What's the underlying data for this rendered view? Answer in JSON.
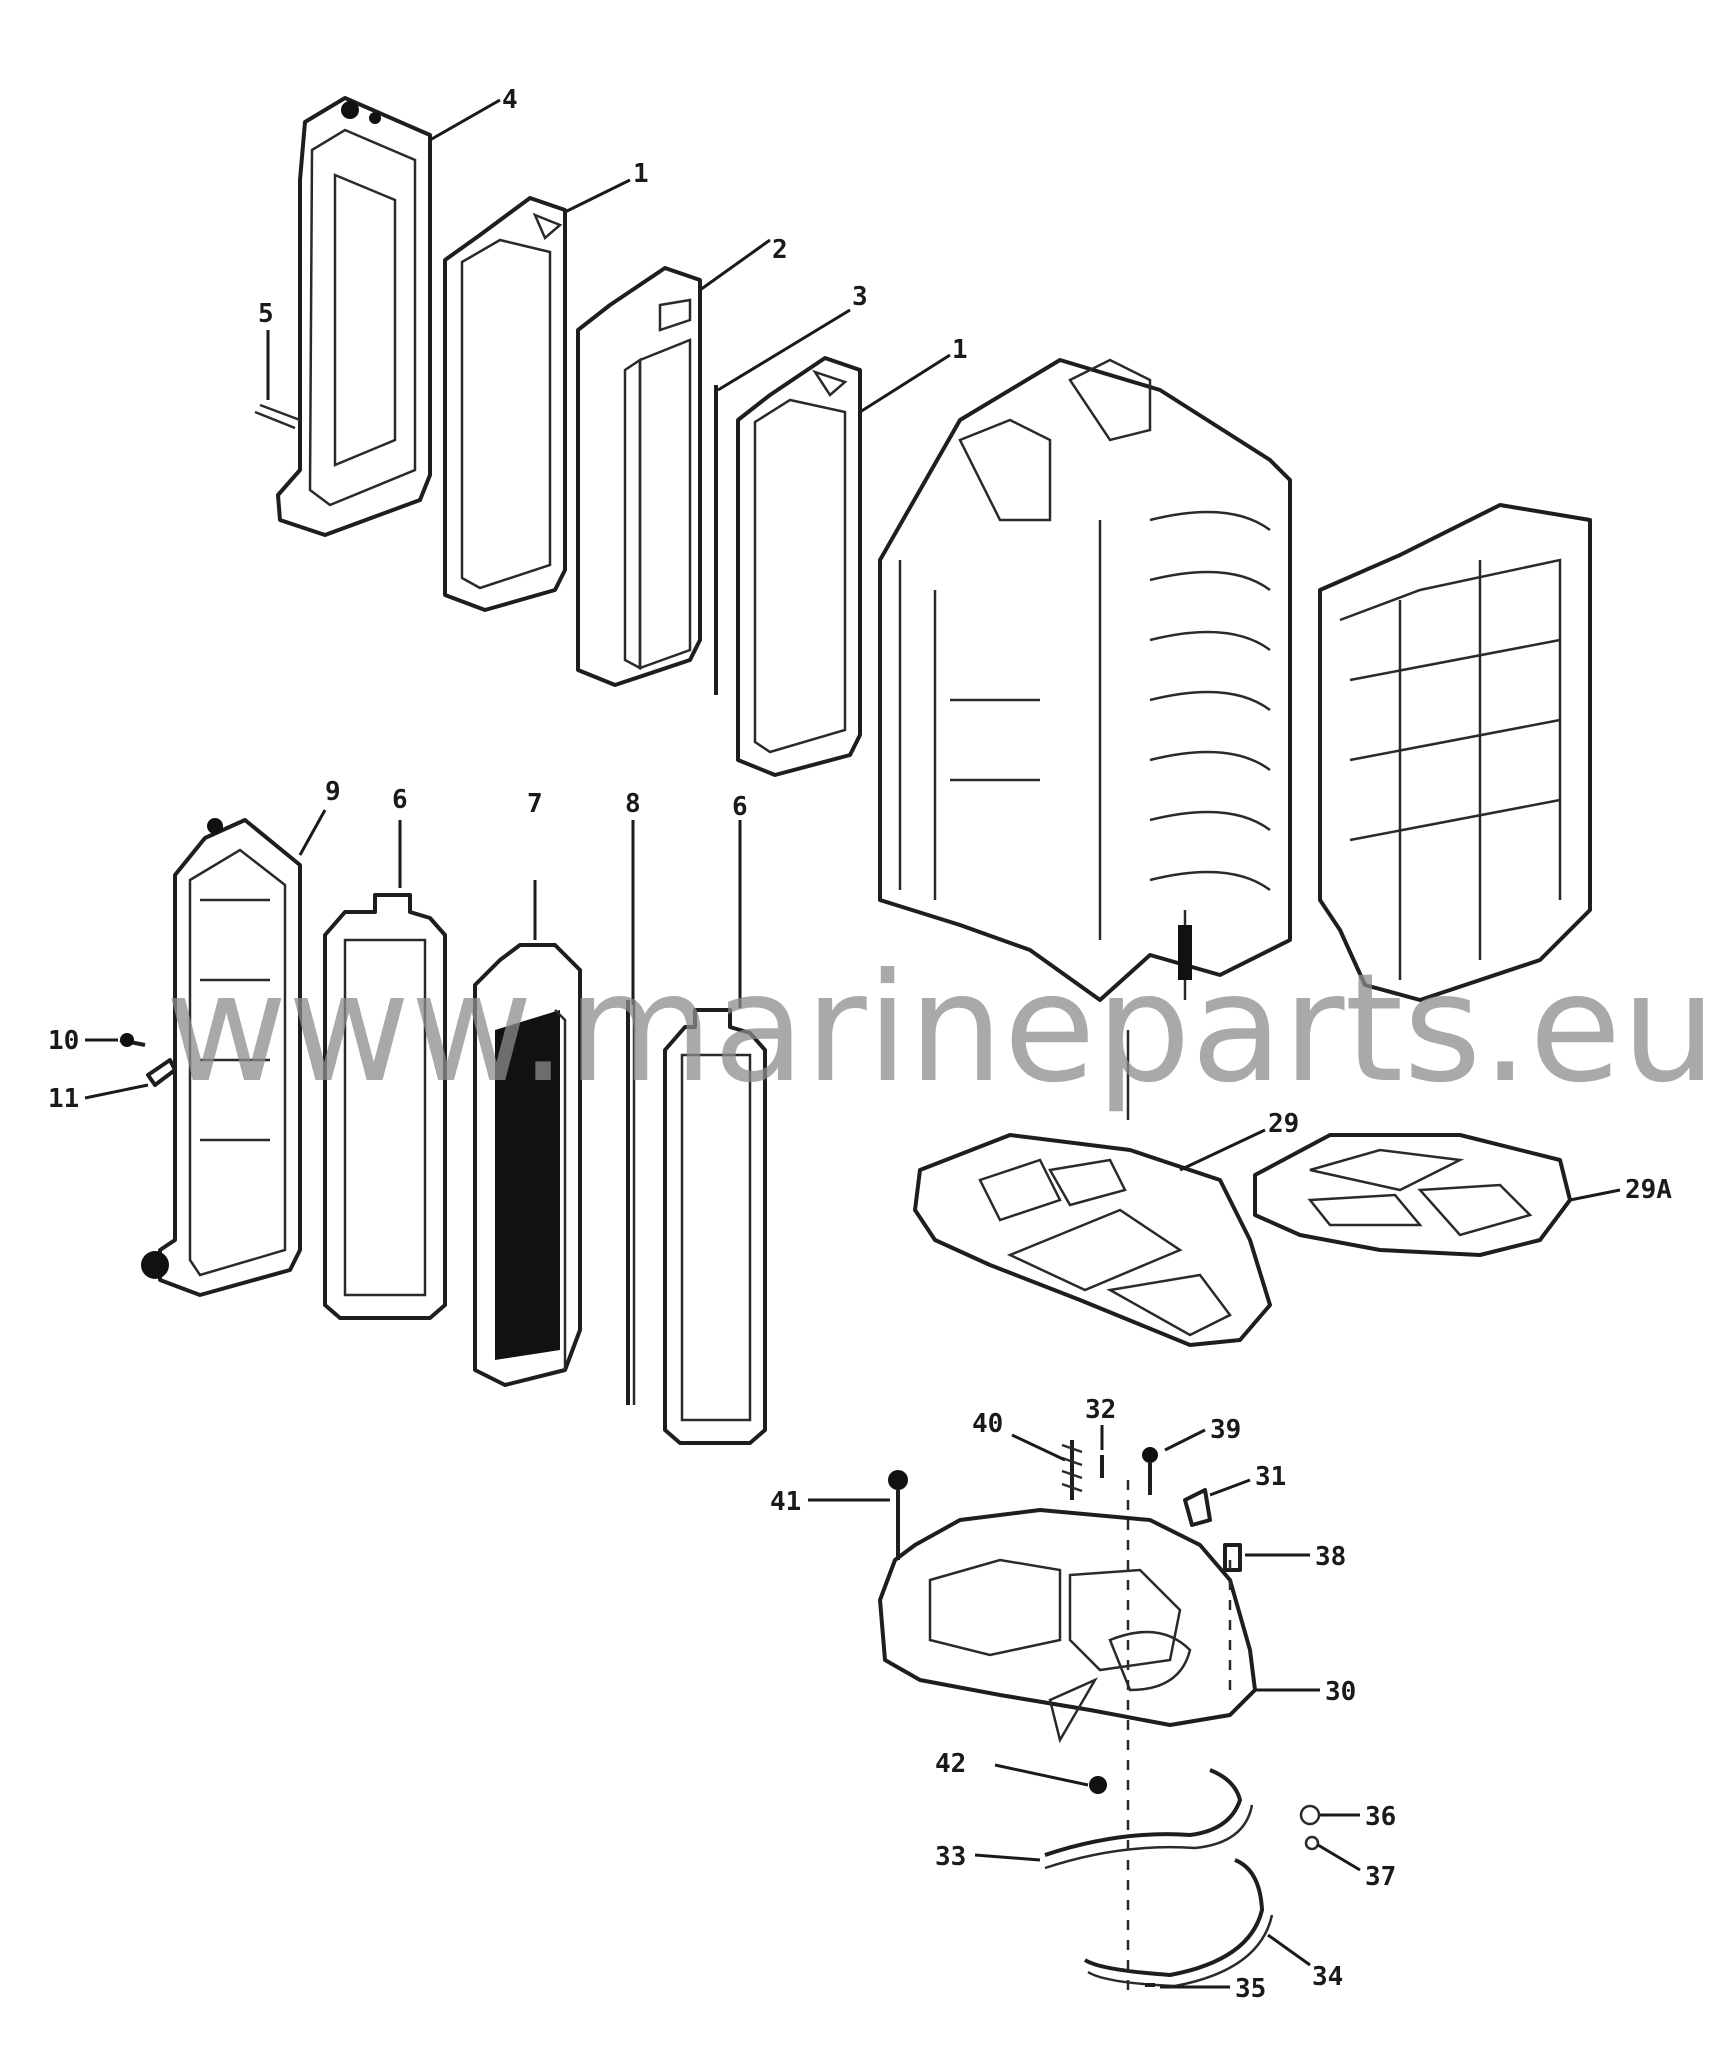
{
  "watermark": "www.marineparts.eu",
  "labels": {
    "l4": "4",
    "l1a": "1",
    "l2": "2",
    "l3": "3",
    "l1b": "1",
    "l5": "5",
    "l9": "9",
    "l6a": "6",
    "l7": "7",
    "l8": "8",
    "l6b": "6",
    "l10": "10",
    "l11": "11",
    "l29": "29",
    "l29A": "29A",
    "l32": "32",
    "l40": "40",
    "l39": "39",
    "l31": "31",
    "l41": "41",
    "l38": "38",
    "l30": "30",
    "l42": "42",
    "l36": "36",
    "l33": "33",
    "l37": "37",
    "l34": "34",
    "l35": "35"
  }
}
